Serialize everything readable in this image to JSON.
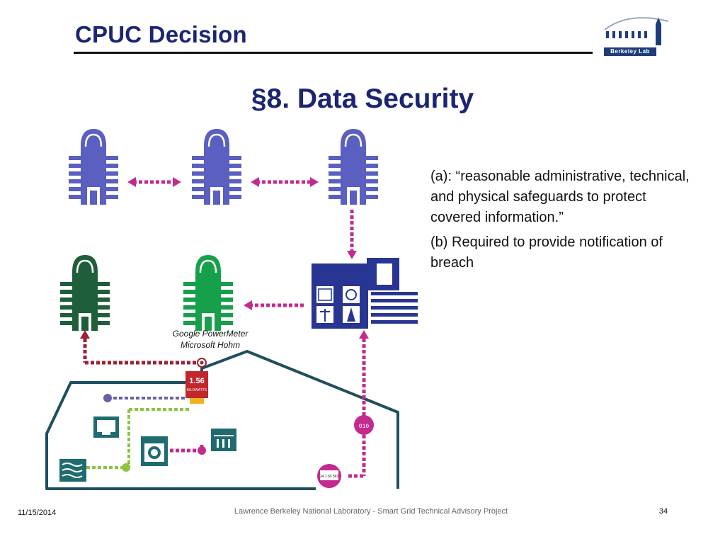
{
  "slide": {
    "title": "CPUC Decision",
    "heading": "§8. Data Security"
  },
  "logo": {
    "text": "Berkeley Lab",
    "icon": "berkeley-lab-logo"
  },
  "diagram": {
    "provider_labels": [
      "Google PowerMeter",
      "Microsoft Hohm"
    ],
    "meter_readout": "1.56",
    "meter_unit": "KILOWATTS",
    "smart_meter_readout": "24 1 30 563",
    "colors": {
      "purple_building": "#5a5fc0",
      "dark_green_building": "#1f5e3a",
      "green_building": "#16a04a",
      "utility": "#283593",
      "magenta_link": "#c42a8e",
      "red_link": "#9b2335",
      "violet_link": "#6d5fa8",
      "lime_link": "#8bc53f",
      "house_outline": "#1f4e5f"
    }
  },
  "bullets": [
    "(a): “reasonable administrative, technical, and physical safeguards to protect covered information.”",
    "(b) Required to provide notification of breach"
  ],
  "footer": {
    "date": "11/15/2014",
    "center": "Lawrence Berkeley National Laboratory - Smart Grid Technical Advisory Project",
    "page": "34"
  }
}
